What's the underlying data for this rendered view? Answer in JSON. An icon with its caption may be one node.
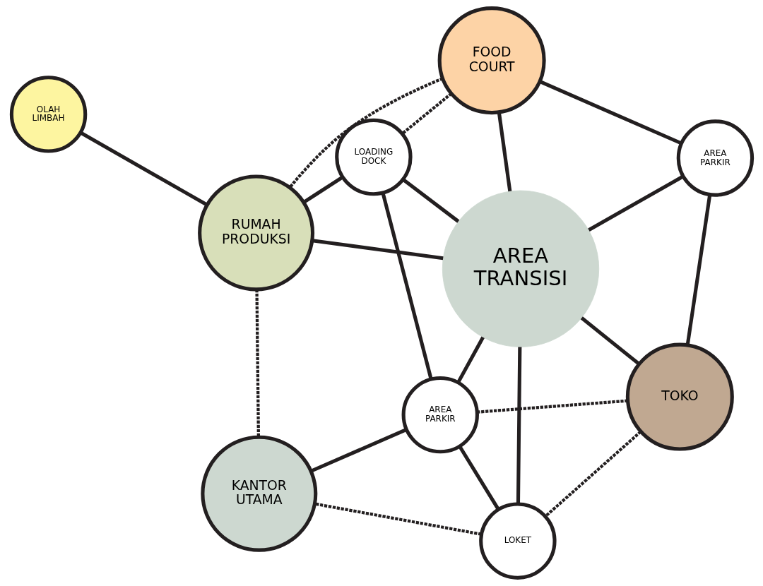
{
  "diagram": {
    "nodes": [
      {
        "text": [
          "FOOD COURT"
        ]
      },
      {
        "text": [
          "AREA PARKIR"
        ]
      },
      {
        "text": [
          "TOKO"
        ]
      },
      {
        "text": [
          "OLAH LIMBAH"
        ]
      },
      {
        "text": [
          "AREA TRANSISI"
        ]
      },
      {
        "text": [
          "LOKET"
        ]
      },
      {
        "text": [
          "RUMAH PRODUKSI"
        ]
      },
      {
        "text": [
          "LOADING DOCK"
        ]
      },
      {
        "text": [
          "AREA PARKIR"
        ]
      },
      {
        "text": [
          "KANTOR UTAMA"
        ]
      }
    ],
    "edges": [
      {
        "from": 0,
        "to": 1,
        "arrow": "none"
      },
      {
        "from": 1,
        "to": 2,
        "arrow": "none"
      },
      {
        "from": 1,
        "to": 4,
        "arrow": "none"
      },
      {
        "from": 0,
        "to": 4,
        "arrow": "none"
      },
      {
        "from": 2,
        "to": 4,
        "arrow": "none"
      },
      {
        "from": 0,
        "to": 6,
        "arrow": "none",
        "style": "dashed"
      },
      {
        "from": 0,
        "to": 7,
        "arrow": "none",
        "style": "dashed"
      },
      {
        "from": 2,
        "to": 8,
        "arrow": "none",
        "style": "dashed"
      },
      {
        "from": 2,
        "to": 5,
        "arrow": "none",
        "style": "dashed"
      },
      {
        "from": 4,
        "to": 5,
        "arrow": "none"
      },
      {
        "from": 3,
        "to": 6,
        "arrow": "none"
      },
      {
        "from": 4,
        "to": 6,
        "arrow": "none"
      },
      {
        "from": 4,
        "to": 7,
        "arrow": "none"
      },
      {
        "from": 4,
        "to": 8,
        "arrow": "none"
      },
      {
        "from": 5,
        "to": 8,
        "arrow": "none"
      },
      {
        "from": 5,
        "to": 9,
        "arrow": "none",
        "style": "dashed"
      },
      {
        "from": 6,
        "to": 7,
        "arrow": "none"
      },
      {
        "from": 7,
        "to": 8,
        "arrow": "none"
      },
      {
        "from": 8,
        "to": 9,
        "arrow": "none"
      },
      {
        "from": 6,
        "to": 9,
        "arrow": "none",
        "style": "dashed"
      }
    ]
  }
}
